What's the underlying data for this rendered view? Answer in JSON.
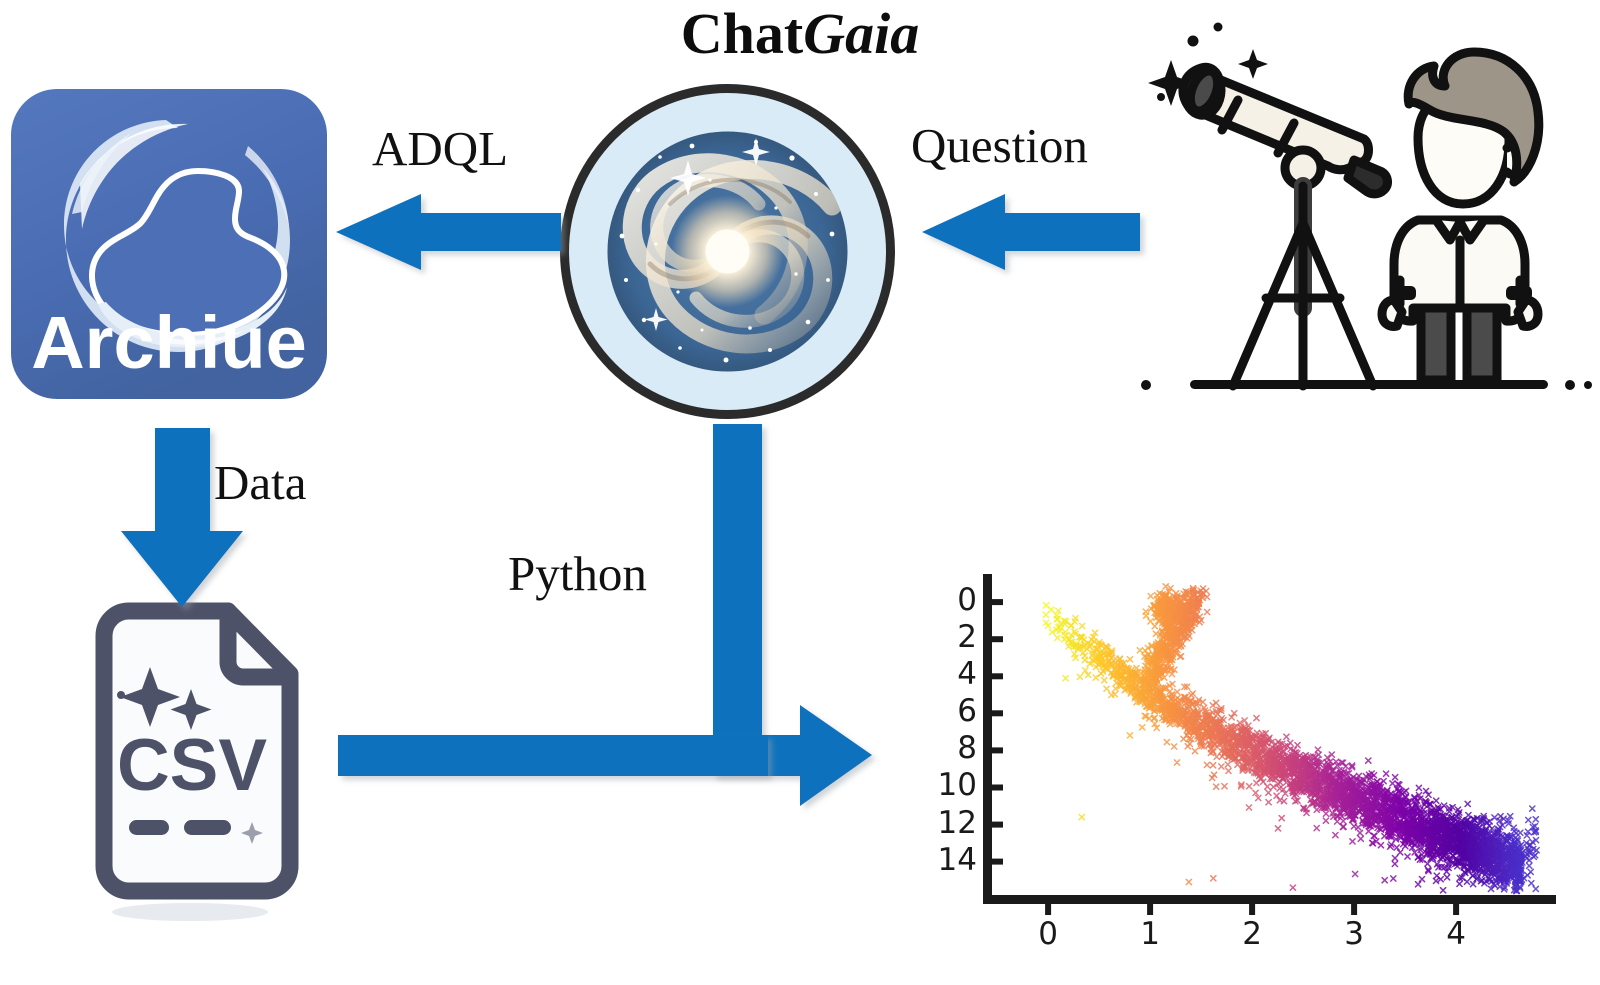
{
  "title": {
    "part1": "Chat",
    "part2": "Gaia",
    "full": "ChatGaia"
  },
  "nodes": {
    "archive": {
      "name": "Archive",
      "wordmark": "Archiue",
      "tile_color": "#4d6fb5",
      "wordmark_color": "#ffffff",
      "swirl_color": "#dfe8f5"
    },
    "chatgaia": {
      "name": "ChatGaia",
      "ring_color": "#2b2b2b",
      "halo_color": "#d8ebf7",
      "disc_color": "#3f6ba0",
      "core_color": "#fff6e2"
    },
    "astronomer": {
      "name": "Astronomer with telescope",
      "skin_color": "#fdfcf7",
      "hair_color": "#9d9688",
      "outline_color": "#121212",
      "trousers_color": "#4b4b4b",
      "telescope_body_color": "#f6f1e7"
    },
    "csv_file": {
      "name": "CSV file",
      "label": "CSV",
      "outline_color": "#4d5268",
      "fill_color": "#fafbfc"
    },
    "plot": {
      "name": "Colour-magnitude diagram"
    }
  },
  "edges": [
    {
      "id": "adql",
      "label": "ADQL",
      "from": "chatgaia",
      "to": "archive",
      "direction": "left",
      "color": "#1071bd"
    },
    {
      "id": "question",
      "label": "Question",
      "from": "astronomer",
      "to": "chatgaia",
      "direction": "left",
      "color": "#1071bd"
    },
    {
      "id": "data",
      "label": "Data",
      "from": "archive",
      "to": "csv_file",
      "direction": "down",
      "color": "#1071bd"
    },
    {
      "id": "python",
      "label": "Python",
      "from": "chatgaia",
      "to": "plot",
      "direction": "down-right",
      "color": "#1071bd"
    },
    {
      "id": "csv-to-plot",
      "label": "",
      "from": "csv_file",
      "to": "plot",
      "direction": "right",
      "color": "#1071bd"
    }
  ],
  "colors": {
    "arrow_blue": "#1071bd",
    "archive_blue": "#4d6fb5",
    "ink": "#111111",
    "axis_black": "#1a1a1a",
    "page_background": "#ffffff"
  },
  "chart_data": {
    "type": "scatter",
    "title": "",
    "xlabel": "",
    "ylabel": "",
    "xticks": [
      0,
      1,
      2,
      3,
      4
    ],
    "xtick_labels": [
      "0",
      "1",
      "2",
      "3",
      "4"
    ],
    "yticks": [
      0,
      2,
      4,
      6,
      8,
      10,
      12,
      14
    ],
    "ytick_labels": [
      "0",
      "2",
      "4",
      "6",
      "8",
      "10",
      "12",
      "14"
    ],
    "xlim": [
      -0.55,
      4.95
    ],
    "ylim": [
      15.8,
      -1.3
    ],
    "y_inverted": true,
    "grid": false,
    "legend": null,
    "marker": "x",
    "colormap": "plasma",
    "color_by": "x",
    "n_points_approx": 12000,
    "description": "Hertzsprung-Russell colour-magnitude diagram: main sequence running from bright blue-yellow top-left to faint red bottom-right, with a red-giant branch spur rising near x = 1.0-1.4 and a red clump near x = 1.1, y = 0.5.",
    "components": [
      {
        "name": "main-sequence",
        "x_range": [
          -0.1,
          4.6
        ],
        "y_range": [
          -0.4,
          15.2
        ],
        "weight": 0.82
      },
      {
        "name": "giant-branch",
        "x_range": [
          0.95,
          1.45
        ],
        "y_range": [
          -0.6,
          4.2
        ],
        "weight": 0.11
      },
      {
        "name": "red-clump",
        "x_range": [
          1.0,
          1.35
        ],
        "y_range": [
          -0.7,
          1.2
        ],
        "weight": 0.05
      },
      {
        "name": "scatter-outliers",
        "x_range": [
          0.2,
          4.9
        ],
        "y_range": [
          8.0,
          15.6
        ],
        "weight": 0.02
      }
    ],
    "colormap_stops": [
      {
        "t": 0.0,
        "hex": "#f0f921"
      },
      {
        "t": 0.12,
        "hex": "#fdc527"
      },
      {
        "t": 0.25,
        "hex": "#f89540"
      },
      {
        "t": 0.38,
        "hex": "#e76f5a"
      },
      {
        "t": 0.5,
        "hex": "#cc4778"
      },
      {
        "t": 0.62,
        "hex": "#a62098"
      },
      {
        "t": 0.75,
        "hex": "#7e03a8"
      },
      {
        "t": 0.88,
        "hex": "#5302a3"
      },
      {
        "t": 1.0,
        "hex": "#4b2ec9"
      }
    ]
  }
}
